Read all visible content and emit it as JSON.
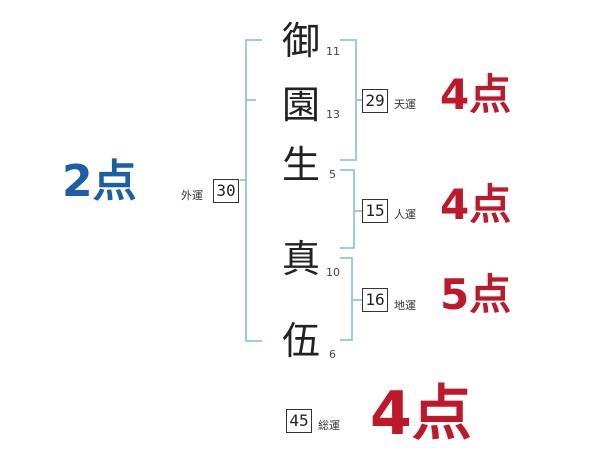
{
  "characters": [
    {
      "char": "御",
      "strokes": "11"
    },
    {
      "char": "園",
      "strokes": "13"
    },
    {
      "char": "生",
      "strokes": "5"
    },
    {
      "char": "真",
      "strokes": "10"
    },
    {
      "char": "伍",
      "strokes": "6"
    }
  ],
  "gaiun": {
    "label": "外運",
    "value": "30",
    "score": "2点"
  },
  "tenun": {
    "label": "天運",
    "value": "29",
    "score": "4点"
  },
  "jinun": {
    "label": "人運",
    "value": "15",
    "score": "4点"
  },
  "chiun": {
    "label": "地運",
    "value": "16",
    "score": "5点"
  },
  "souun": {
    "label": "総運",
    "value": "45",
    "score": "4点"
  },
  "colors": {
    "red": "#c0182b",
    "blue": "#1a5fa8",
    "bracket": "#8fc6e0"
  }
}
